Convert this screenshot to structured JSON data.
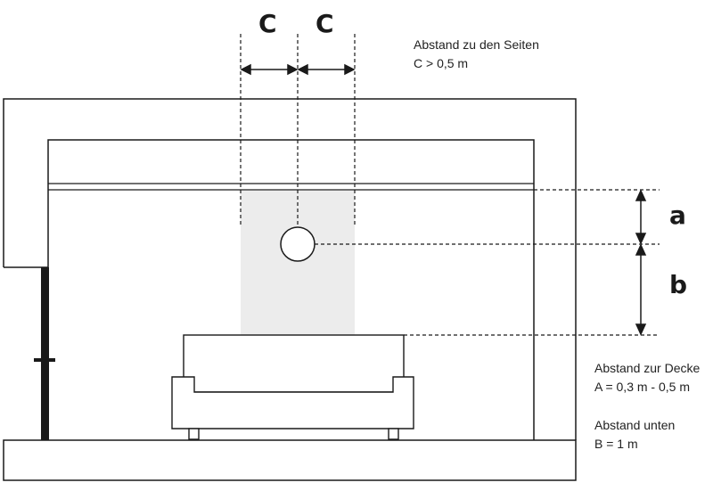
{
  "letters": {
    "c_left": "C",
    "c_right": "C",
    "a": "a",
    "b": "b"
  },
  "side_note": {
    "title": "Abstand zu den Seiten",
    "value": "C > 0,5 m"
  },
  "ceiling_note": {
    "title": "Abstand zur Decke",
    "value": "A = 0,3 m - 0,5 m"
  },
  "bottom_note": {
    "title": "Abstand unten",
    "value": "B = 1 m"
  },
  "colors": {
    "line": "#1a1a1a",
    "shade": "#ececec",
    "door": "#1a1a1a"
  }
}
